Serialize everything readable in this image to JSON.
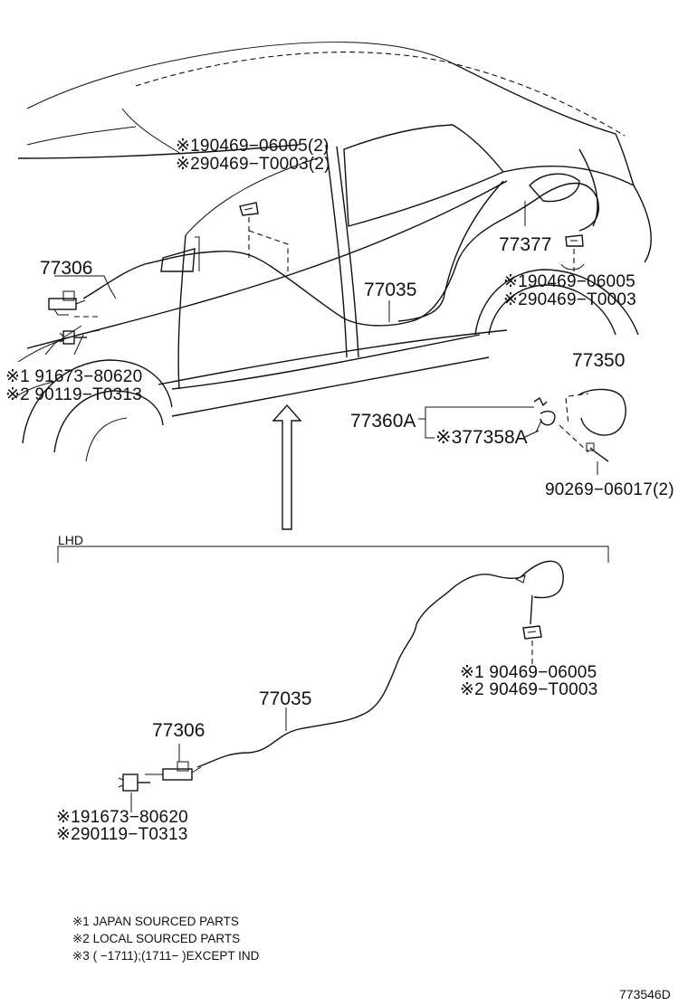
{
  "labels": {
    "p77306_top": "77306",
    "p91673_top": "※1 91673−80620",
    "p90119_top": "※2 90119−T0313",
    "p90469_top_1": "※190469−06005(2)",
    "p90469_top_2": "※290469−T0003(2)",
    "p77035_top": "77035",
    "p77377": "77377",
    "p90469_right_1": "※190469−06005",
    "p90469_right_2": "※290469−T0003",
    "p77350": "77350",
    "p77360A": "77360A",
    "p77358A": "※377358A",
    "p90269": "90269−06017(2)",
    "lhd": "LHD",
    "p77035_bottom": "77035",
    "p77306_bottom": "77306",
    "p90469_bottom_1": "※1  90469−06005",
    "p90469_bottom_2": "※2  90469−T0003",
    "p91673_bottom": "※191673−80620",
    "p90119_bottom": "※290119−T0313"
  },
  "notes": [
    "※1 JAPAN SOURCED PARTS",
    "※2 LOCAL SOURCED PARTS",
    "※3 (       −1711);(1711−        )EXCEPT IND"
  ],
  "diagram_code": "773546D"
}
